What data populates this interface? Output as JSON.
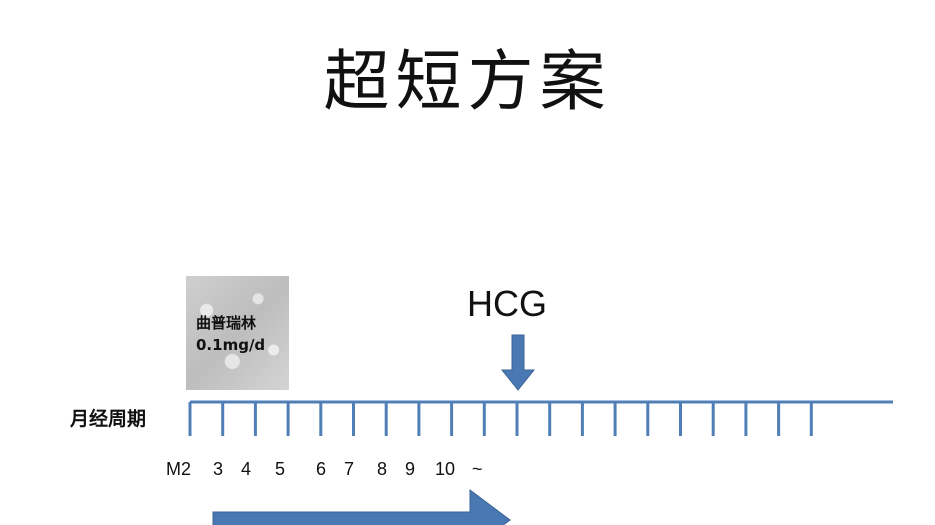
{
  "title": "超短方案",
  "drug": {
    "name": "曲普瑞林",
    "dose": "0.1mg/d"
  },
  "hcg_label": "HCG",
  "cycle_label": "月经周期",
  "day_labels": [
    "M2",
    "3",
    "4",
    "5",
    "6",
    "7",
    "8",
    "9",
    "10",
    "~"
  ],
  "colors": {
    "timeline": "#4f7fb6",
    "arrow": "#4a78b3"
  }
}
